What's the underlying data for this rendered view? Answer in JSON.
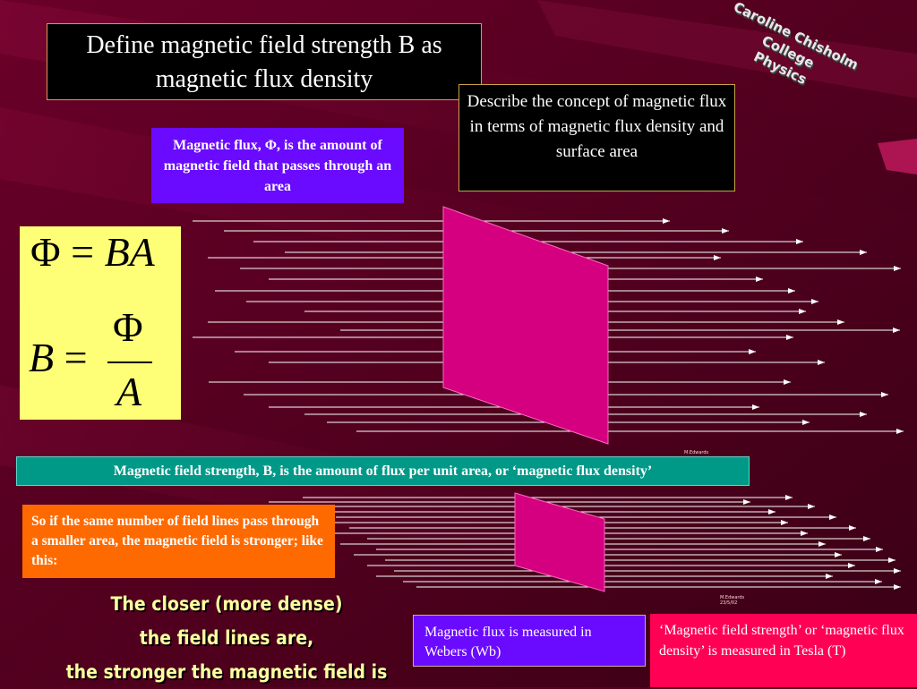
{
  "slide": {
    "title": "Define magnetic field strength B as magnetic flux density",
    "describe": "Describe the concept of magnetic flux in terms of magnetic flux density and surface area",
    "flux_definition": "Magnetic flux, Φ, is the amount of magnetic field that passes through an area",
    "formula": {
      "phi": "Φ",
      "equals": "=",
      "ba": "BA",
      "b": "B",
      "a": "A"
    },
    "field_strength_definition": "Magnetic field strength, B,  is the amount of flux per unit area, or ‘magnetic flux density’",
    "same_lines_text": "So if the same number of field lines pass through a smaller area, the magnetic field is stronger; like this:",
    "closer_lines": [
      "The closer (more dense)",
      "the field lines are,",
      "the stronger the magnetic field is"
    ],
    "weber_text": "Magnetic flux is measured in Webers (Wb)",
    "tesla_text": "‘Magnetic field strength’ or ‘magnetic flux density’ is measured in Tesla (T)",
    "author_small": "M.Edwards",
    "author_small_2": "M.Edwards 23/5/02",
    "college_lines": [
      "Caroline Chisholm College",
      "Physics"
    ]
  },
  "colors": {
    "background": "#560020",
    "title_box": "#000000",
    "flux_box": "#6a0aff",
    "formula_box": "#ffff77",
    "teal_box": "#009988",
    "orange_box": "#ff6a00",
    "tesla_box": "#ff0055",
    "plane": "#d4007f"
  }
}
